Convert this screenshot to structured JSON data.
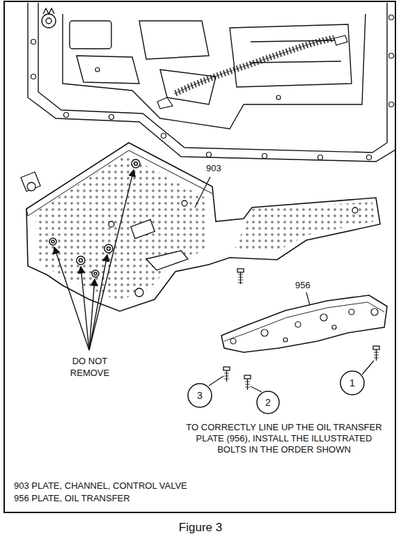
{
  "diagram": {
    "caption": "Figure 3",
    "nodes": [
      {
        "text": [
          "3"
        ]
      },
      {
        "text": [
          "2"
        ]
      },
      {
        "text": [
          "1"
        ]
      }
    ],
    "edges": [],
    "labels": [
      "903",
      "956",
      "DO NOT REMOVE",
      "TO CORRECTLY LINE UP THE OIL TRANSFER PLATE (956), INSTALL THE ILLUSTRATED BOLTS IN THE ORDER SHOWN",
      "903 PLATE, CHANNEL, CONTROL VALVE",
      "956 PLATE, OIL TRANSFER"
    ]
  }
}
